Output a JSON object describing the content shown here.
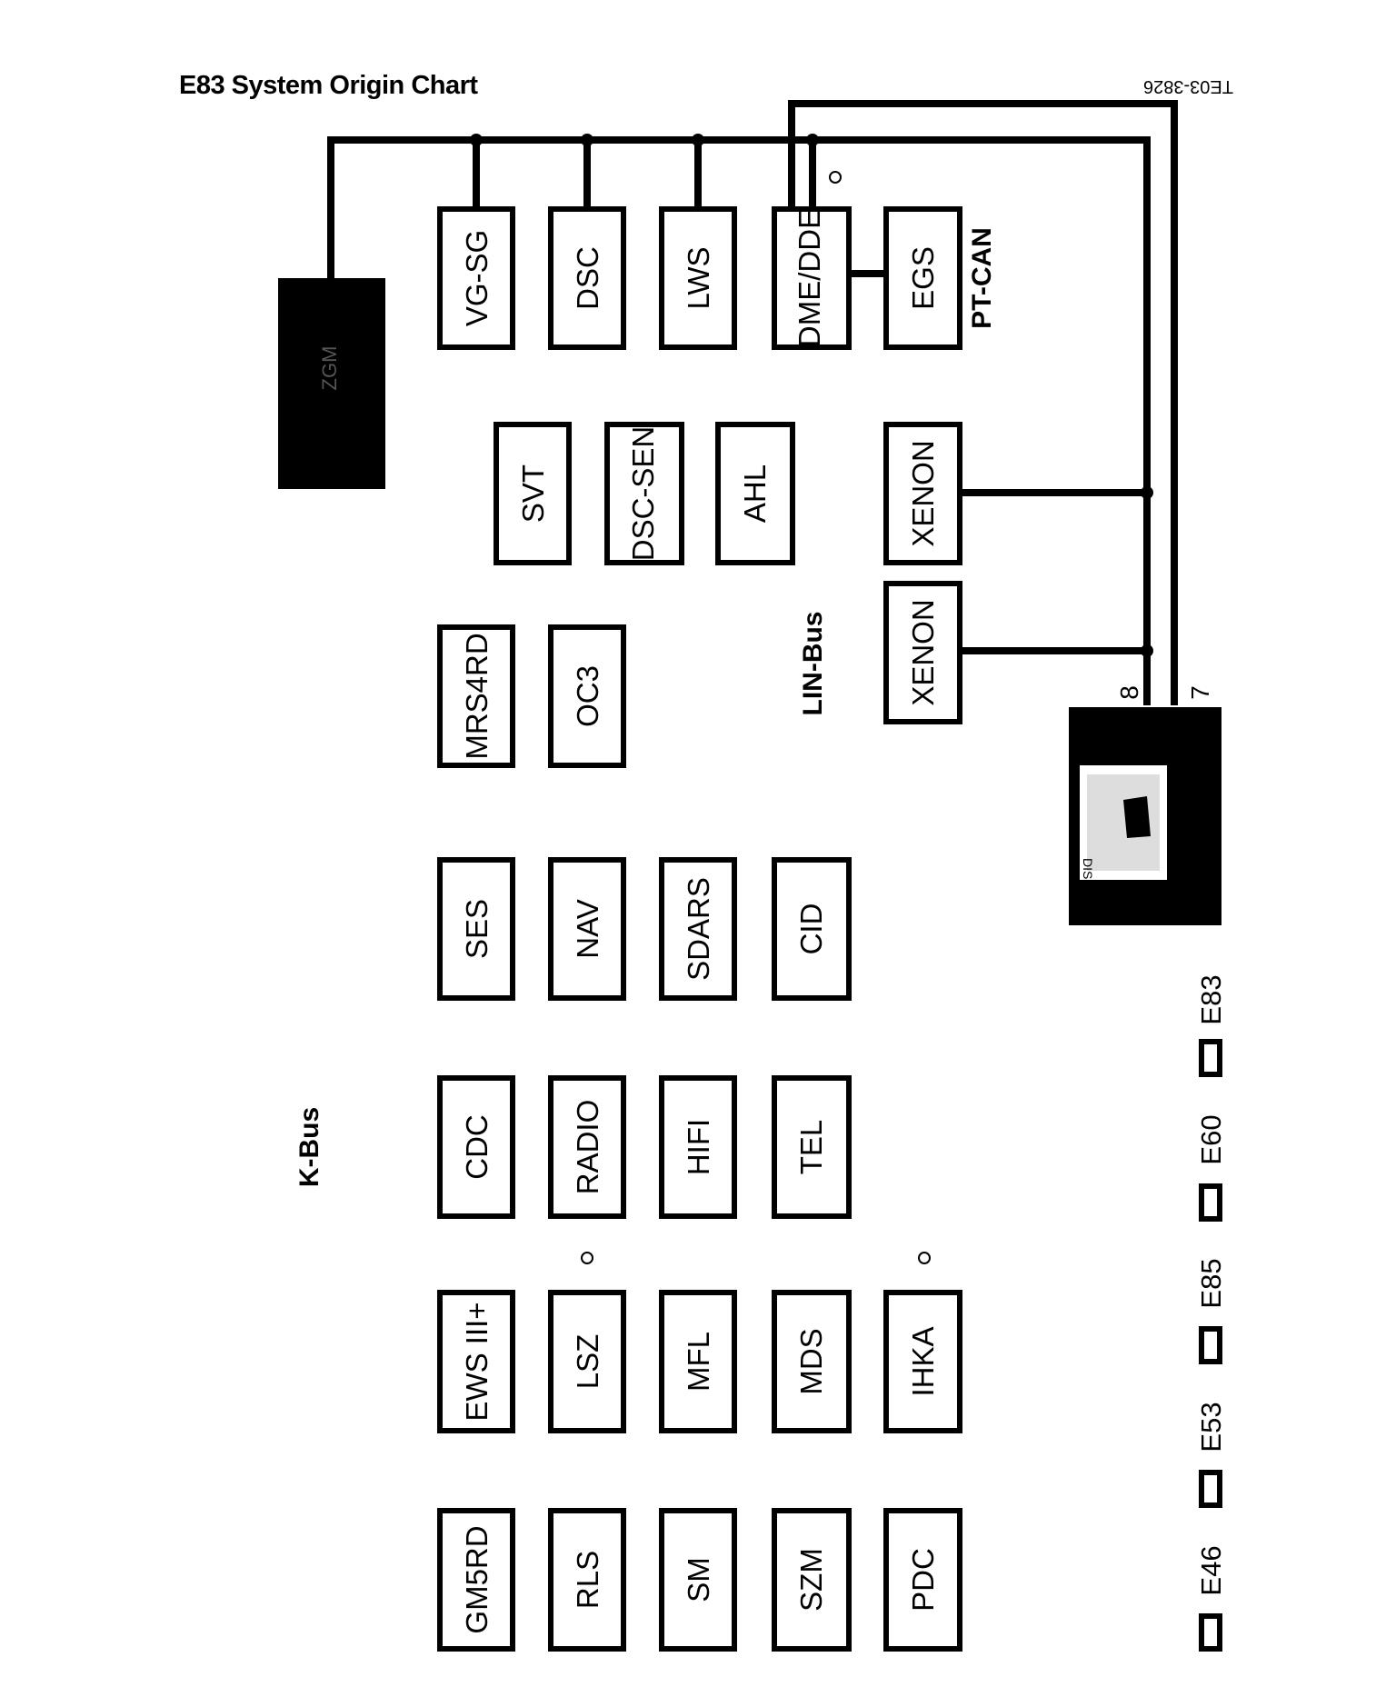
{
  "title": "E83 System Origin Chart",
  "reference": "TE03-3826",
  "bus_labels": {
    "pt_can": "PT-CAN",
    "lin_bus": "LIN-Bus",
    "k_bus": "K-Bus"
  },
  "modules": {
    "vg_sg": "VG-SG",
    "dsc": "DSC",
    "lws": "LWS",
    "dme_dde": "DME/DDE",
    "egs": "EGS",
    "svt": "SVT",
    "dsc_sen": "DSC-SEN",
    "ahl": "AHL",
    "xenon_1": "XENON",
    "xenon_2": "XENON",
    "mrs4rd": "MRS4RD",
    "oc3": "OC3",
    "ses": "SES",
    "nav": "NAV",
    "sdars": "SDARS",
    "cid": "CID",
    "cdc": "CDC",
    "radio": "RADIO",
    "hifi": "HIFI",
    "tel": "TEL",
    "ews": "EWS III+",
    "lsz": "LSZ",
    "mfl": "MFL",
    "mds": "MDS",
    "ihka": "IHKA",
    "gm5rd": "GM5RD",
    "rls": "RLS",
    "sm": "SM",
    "szm": "SZM",
    "pdc": "PDC"
  },
  "diagnostic_pins": {
    "pin_8": "8",
    "pin_7": "7"
  },
  "diagnostic_screen_text": "DIS",
  "legend": [
    "E83",
    "E60",
    "E85",
    "E53",
    "E46"
  ]
}
